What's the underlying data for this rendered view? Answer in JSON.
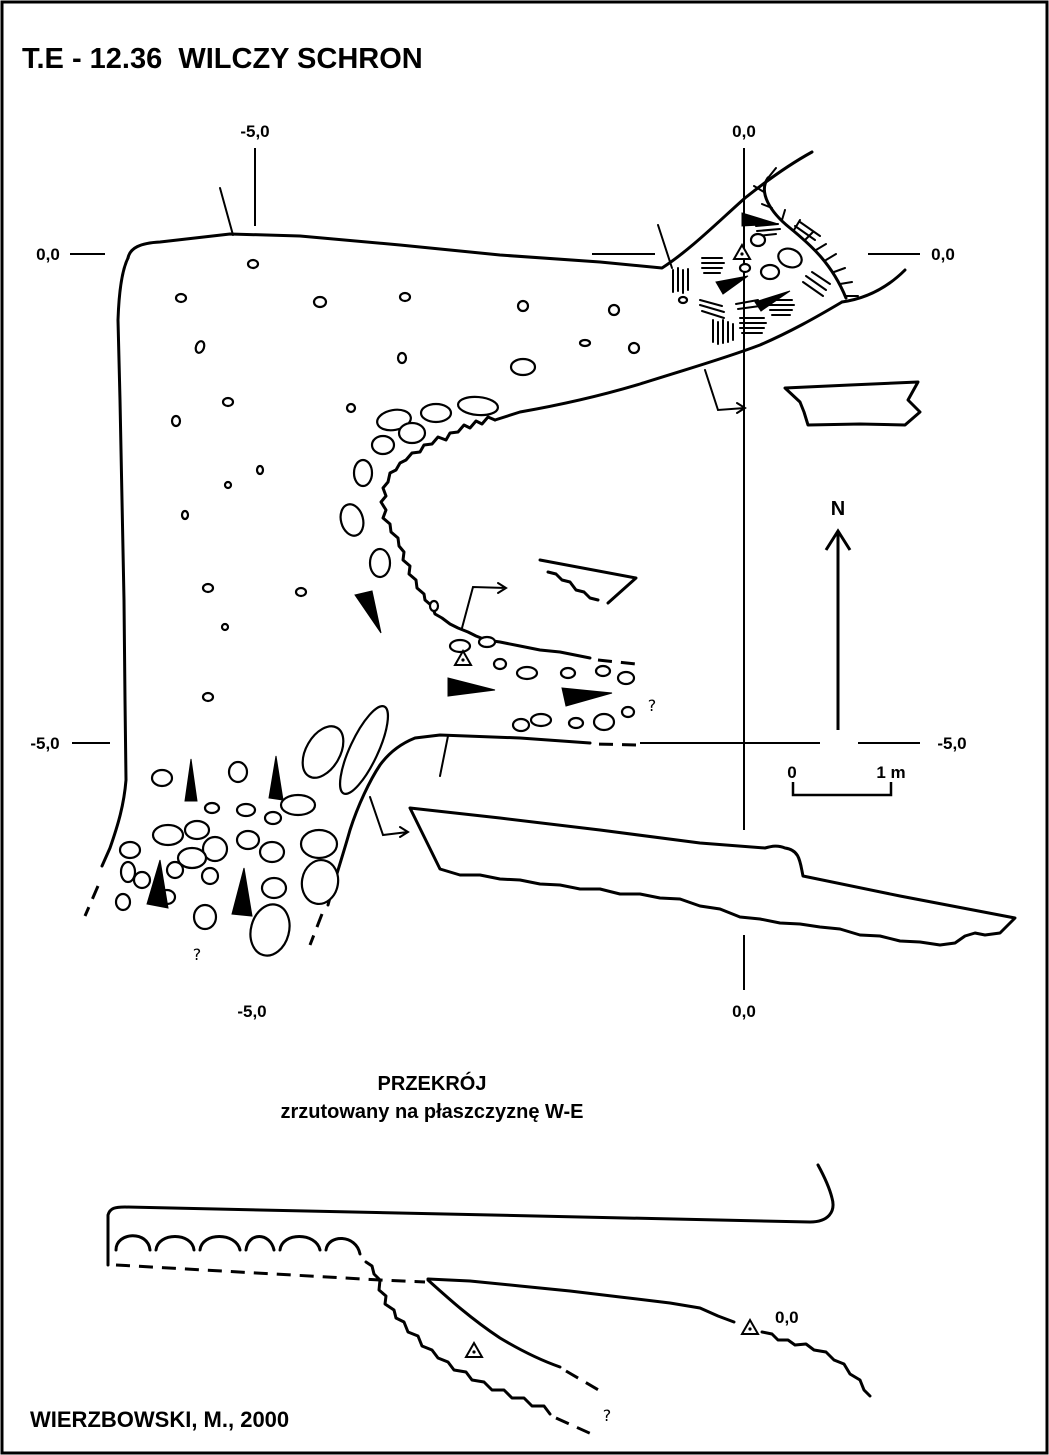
{
  "title": "T.E - 12.36  WILCZY SCHRON",
  "grid_labels": {
    "top_left": "-5,0",
    "top_right": "0,0",
    "left_upper": "0,0",
    "right_upper": "0,0",
    "left_lower": "-5,0",
    "right_lower": "-5,0",
    "bottom_left": "-5,0",
    "bottom_right": "0,0"
  },
  "north_label": "N",
  "scale": {
    "start": "0",
    "end": "1 m"
  },
  "question_marks": [
    "?",
    "?",
    "?"
  ],
  "section": {
    "title": "PRZEKRÓJ",
    "subtitle": "zrzutowany na płaszczyznę W-E",
    "station_label": "0,0"
  },
  "author": "WIERZBOWSKI, M., 2000"
}
